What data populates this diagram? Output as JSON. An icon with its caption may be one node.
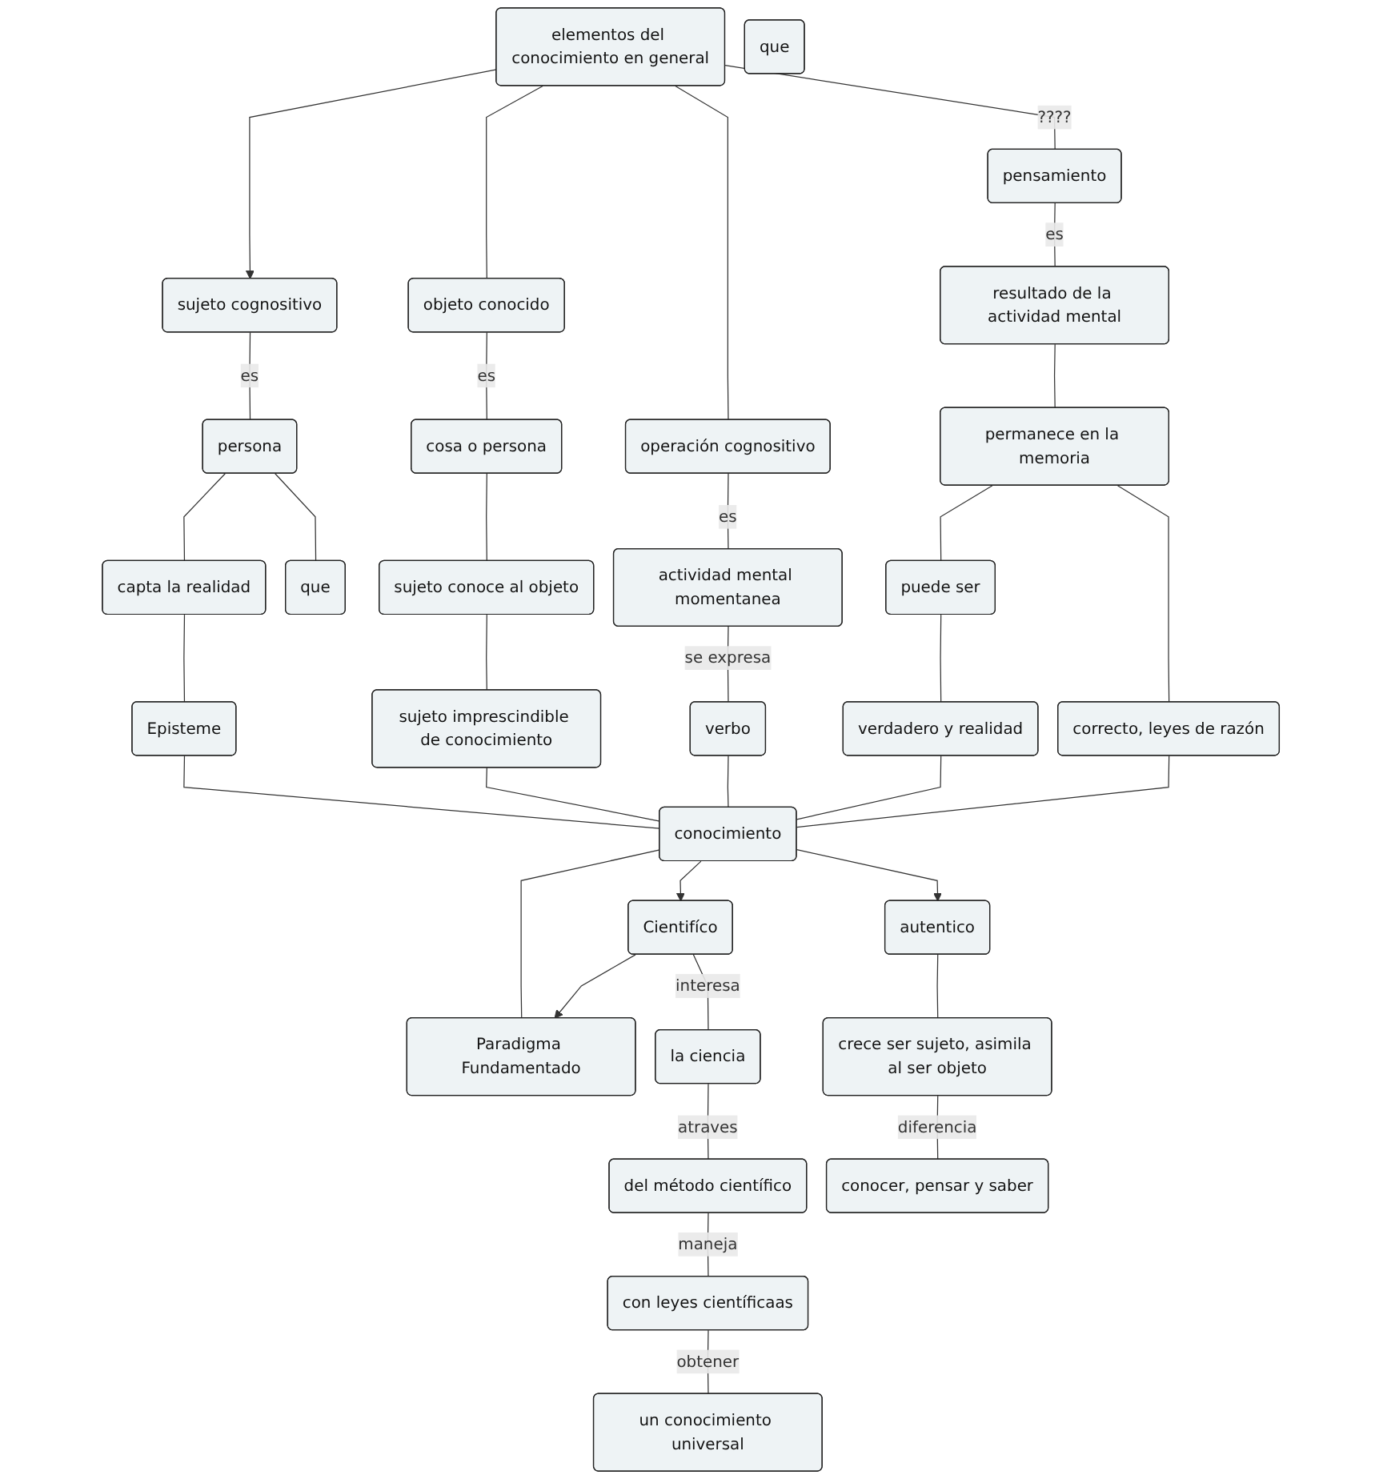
{
  "diagram": {
    "nodes": [
      {
        "text": [
          "elementos del conocimiento en general"
        ]
      },
      {
        "text": [
          "sujeto cognositivo"
        ]
      },
      {
        "text": [
          "objeto conocido"
        ]
      },
      {
        "text": [
          "operación cognositivo"
        ]
      },
      {
        "text": [
          "pensamiento"
        ]
      },
      {
        "text": [
          "persona"
        ]
      },
      {
        "text": [
          "cosa o persona"
        ]
      },
      {
        "text": [
          "actividad mental momentanea"
        ]
      },
      {
        "text": [
          "resultado de la actividad mental"
        ]
      },
      {
        "text": [
          "que"
        ]
      },
      {
        "text": [
          "capta la realidad"
        ]
      },
      {
        "text": [
          "sujeto conoce al objeto"
        ]
      },
      {
        "text": [
          "que"
        ]
      },
      {
        "text": [
          "permanece en la memoria"
        ]
      },
      {
        "text": [
          "Episteme"
        ]
      },
      {
        "text": [
          "sujeto imprescindible de conocimiento"
        ]
      },
      {
        "text": [
          "puede ser"
        ]
      },
      {
        "text": [
          "verdadero y realidad"
        ]
      },
      {
        "text": [
          "correcto, leyes de razón"
        ]
      },
      {
        "text": [
          "verbo"
        ]
      },
      {
        "text": [
          "conocimiento"
        ]
      },
      {
        "text": [
          "autentico"
        ]
      },
      {
        "text": [
          "Cientifíco"
        ]
      },
      {
        "text": [
          "Paradigma Fundamentado"
        ]
      },
      {
        "text": [
          "la ciencia"
        ]
      },
      {
        "text": [
          "crece ser sujeto, asimila al ser objeto"
        ]
      },
      {
        "text": [
          "del método científico"
        ]
      },
      {
        "text": [
          "conocer, pensar y saber"
        ]
      },
      {
        "text": [
          "con leyes científicaas"
        ]
      },
      {
        "text": [
          "un conocimiento universal"
        ]
      }
    ],
    "edges": [
      {
        "from": 0,
        "to": 1,
        "arrow": "to"
      },
      {
        "from": 0,
        "to": 2,
        "arrow": "none"
      },
      {
        "from": 0,
        "to": 3,
        "arrow": "none"
      },
      {
        "from": 0,
        "to": 4,
        "arrow": "none",
        "label": "????"
      },
      {
        "from": 1,
        "to": 5,
        "arrow": "none",
        "label": "es"
      },
      {
        "from": 2,
        "to": 6,
        "arrow": "none",
        "label": "es"
      },
      {
        "from": 3,
        "to": 7,
        "arrow": "none",
        "label": "es"
      },
      {
        "from": 4,
        "to": 8,
        "arrow": "none",
        "label": "es"
      },
      {
        "from": 5,
        "to": 9,
        "arrow": "none"
      },
      {
        "from": 5,
        "to": 10,
        "arrow": "none"
      },
      {
        "from": 6,
        "to": 11,
        "arrow": "none"
      },
      {
        "from": 7,
        "to": 19,
        "arrow": "none",
        "label": "se expresa"
      },
      {
        "from": 8,
        "to": 13,
        "arrow": "none"
      },
      {
        "from": 10,
        "to": 14,
        "arrow": "none"
      },
      {
        "from": 11,
        "to": 15,
        "arrow": "none"
      },
      {
        "from": 13,
        "to": 16,
        "arrow": "none"
      },
      {
        "from": 13,
        "to": 18,
        "arrow": "none"
      },
      {
        "from": 16,
        "to": 17,
        "arrow": "none"
      },
      {
        "from": 14,
        "to": 20,
        "arrow": "none"
      },
      {
        "from": 15,
        "to": 20,
        "arrow": "none"
      },
      {
        "from": 19,
        "to": 20,
        "arrow": "none"
      },
      {
        "from": 17,
        "to": 20,
        "arrow": "none"
      },
      {
        "from": 18,
        "to": 20,
        "arrow": "none"
      },
      {
        "from": 20,
        "to": 21,
        "arrow": "to"
      },
      {
        "from": 20,
        "to": 22,
        "arrow": "to"
      },
      {
        "from": 20,
        "to": 23,
        "arrow": "none"
      },
      {
        "from": 22,
        "to": 23,
        "arrow": "to"
      },
      {
        "from": 22,
        "to": 24,
        "arrow": "none",
        "label": "interesa"
      },
      {
        "from": 21,
        "to": 25,
        "arrow": "none"
      },
      {
        "from": 24,
        "to": 26,
        "arrow": "none",
        "label": "atraves"
      },
      {
        "from": 25,
        "to": 27,
        "arrow": "none",
        "label": "diferencia"
      },
      {
        "from": 26,
        "to": 28,
        "arrow": "none",
        "label": "maneja"
      },
      {
        "from": 28,
        "to": 29,
        "arrow": "none",
        "label": "obtener"
      }
    ]
  }
}
